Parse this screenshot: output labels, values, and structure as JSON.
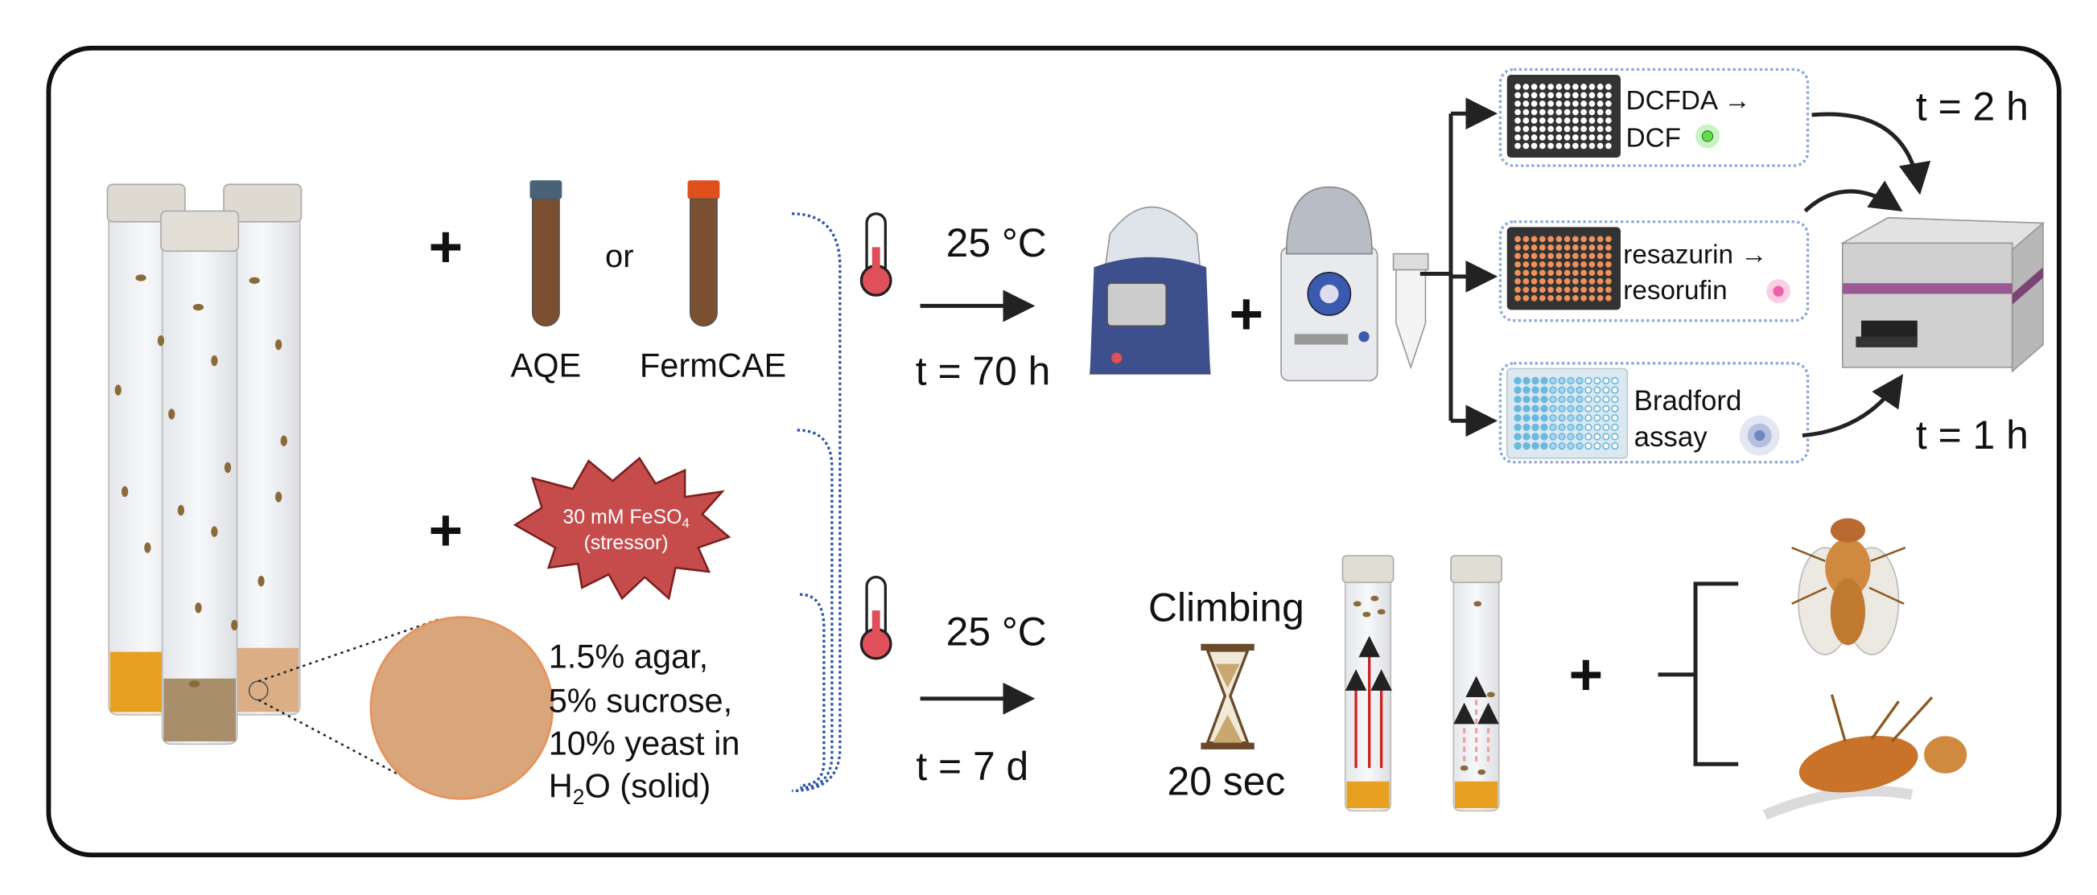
{
  "top": {
    "plus": "+",
    "extract_a": "AQE",
    "or": "or",
    "extract_b": "FermCAE",
    "temperature": "25 °C",
    "duration": "t = 70 h"
  },
  "assays": [
    {
      "line1": "DCFDA →",
      "line2": "DCF",
      "plate_color": "#ffffff",
      "dot_color": "#5fe04a"
    },
    {
      "line1": "resazurin →",
      "line2": "resorufin",
      "plate_color": "#f0905a",
      "dot_color": "#f060a8"
    },
    {
      "line1": "Bradford",
      "line2": "assay",
      "plate_color": "#6ab8de",
      "dot_color": "#7088c0"
    }
  ],
  "readout_times": {
    "upper": "t = 2 h",
    "lower": "t = 1 h"
  },
  "bottom": {
    "plus": "+",
    "stressor_line1": "30 mM FeSO",
    "stressor_sub": "4",
    "stressor_line2": "(stressor)",
    "food_lines": [
      "1.5% agar,",
      "5% sucrose,",
      "10% yeast in"
    ],
    "food_last_a": "H",
    "food_last_sub": "2",
    "food_last_b": "O (solid)",
    "temperature": "25 °C",
    "duration": "t = 7 d",
    "assay_title": "Climbing",
    "assay_time": "20 sec",
    "plus2": "+"
  },
  "colors": {
    "border": "#111111",
    "dotted": "#2f55a8",
    "food_disc": "#d9a57a",
    "stressor": "#c64b4b",
    "thermo_red": "#e0505a",
    "purple_band": "#9a5a94"
  }
}
